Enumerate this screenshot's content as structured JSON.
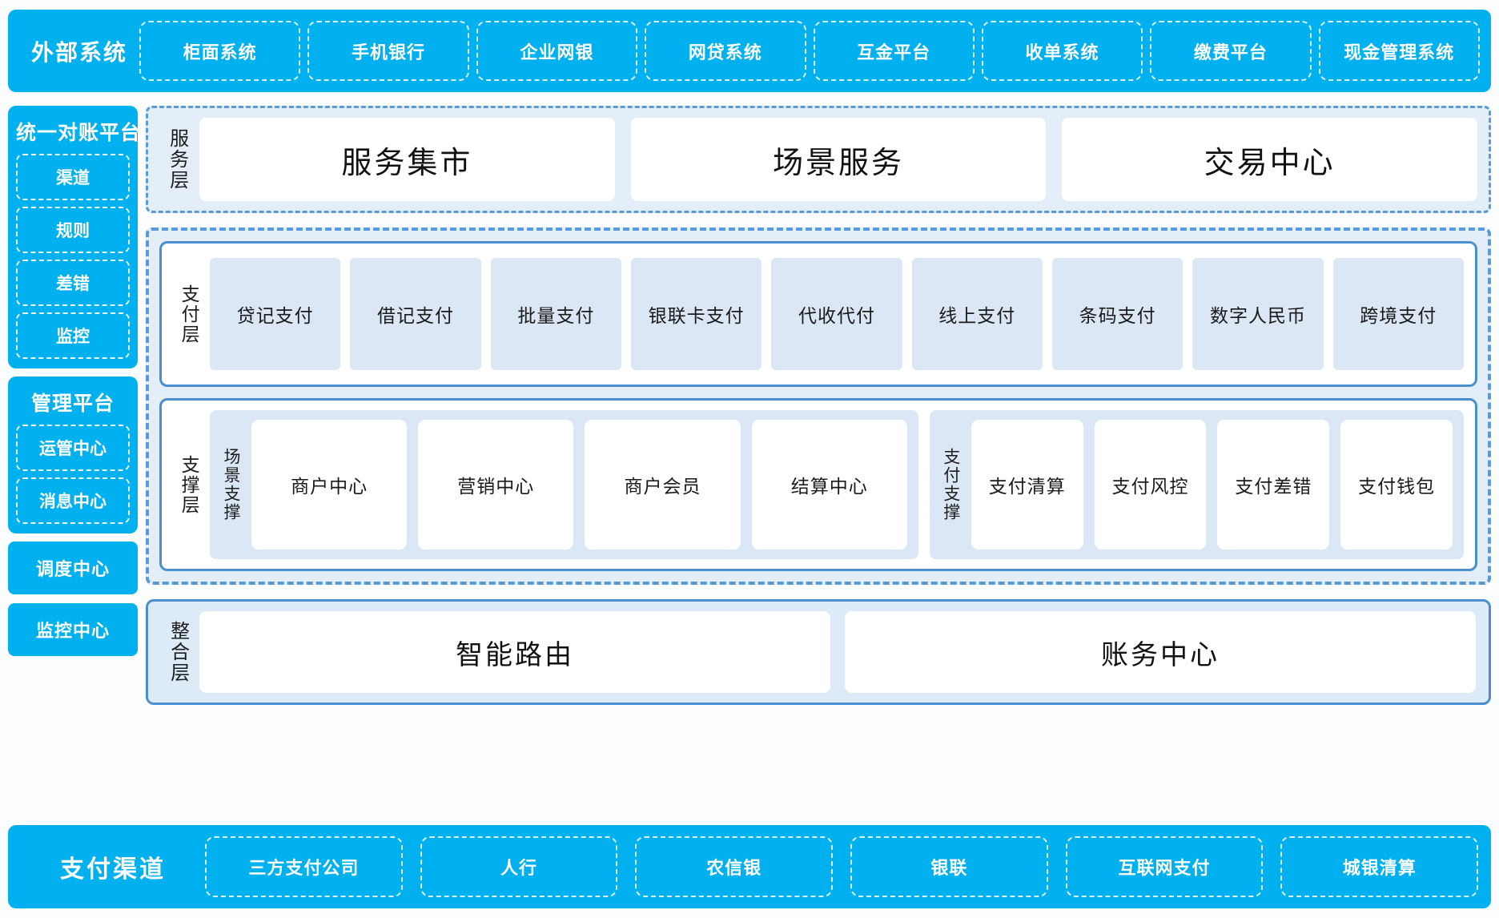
{
  "colors": {
    "brand_cyan": "#00b0ef",
    "panel_blue_fill": "#e4eef9",
    "tile_blue_fill": "#dce7f5",
    "border_blue": "#4a8fd0",
    "dashed_blue": "#5b9bd5",
    "canvas_bg": "#fbfdfe"
  },
  "external_systems": {
    "title": "外部系统",
    "items": [
      {
        "label": "柜面系统"
      },
      {
        "label": "手机银行"
      },
      {
        "label": "企业网银"
      },
      {
        "label": "网贷系统"
      },
      {
        "label": "互金平台"
      },
      {
        "label": "收单系统"
      },
      {
        "label": "缴费平台"
      },
      {
        "label": "现金管理系统"
      }
    ]
  },
  "sidebar": {
    "panels": [
      {
        "title": "统一对账平台",
        "items": [
          {
            "label": "渠道"
          },
          {
            "label": "规则"
          },
          {
            "label": "差错"
          },
          {
            "label": "监控"
          }
        ]
      },
      {
        "title": "管理平台",
        "items": [
          {
            "label": "运管中心"
          },
          {
            "label": "消息中心"
          }
        ]
      }
    ],
    "standalone": [
      {
        "label": "调度中心"
      },
      {
        "label": "监控中心"
      }
    ]
  },
  "service_layer": {
    "tag": "服务层",
    "cards": [
      {
        "label": "服务集市"
      },
      {
        "label": "场景服务"
      },
      {
        "label": "交易中心"
      }
    ]
  },
  "payment_layer": {
    "tag": "支付层",
    "tiles": [
      {
        "label": "贷记支付"
      },
      {
        "label": "借记支付"
      },
      {
        "label": "批量支付"
      },
      {
        "label": "银联卡支付"
      },
      {
        "label": "代收代付"
      },
      {
        "label": "线上支付"
      },
      {
        "label": "条码支付"
      },
      {
        "label": "数字人民币"
      },
      {
        "label": "跨境支付"
      }
    ]
  },
  "support_layer": {
    "tag": "支撑层",
    "groups": [
      {
        "tag": "场景支撑",
        "items": [
          {
            "label": "商户中心"
          },
          {
            "label": "营销中心"
          },
          {
            "label": "商户会员"
          },
          {
            "label": "结算中心"
          }
        ]
      },
      {
        "tag": "支付支撑",
        "items": [
          {
            "label": "支付清算"
          },
          {
            "label": "支付风控"
          },
          {
            "label": "支付差错"
          },
          {
            "label": "支付钱包"
          }
        ]
      }
    ]
  },
  "integration_layer": {
    "tag": "整合层",
    "cards": [
      {
        "label": "智能路由"
      },
      {
        "label": "账务中心"
      }
    ]
  },
  "payment_channels": {
    "title": "支付渠道",
    "items": [
      {
        "label": "三方支付公司"
      },
      {
        "label": "人行"
      },
      {
        "label": "农信银"
      },
      {
        "label": "银联"
      },
      {
        "label": "互联网支付"
      },
      {
        "label": "城银清算"
      }
    ]
  }
}
